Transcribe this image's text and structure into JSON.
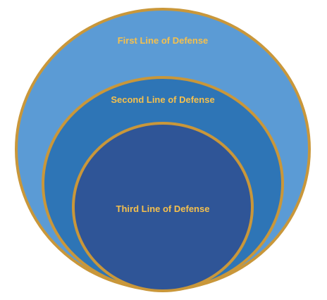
{
  "diagram": {
    "layers": [
      {
        "id": "first",
        "label": "First Line of Defense",
        "fill": "#5b9bd5"
      },
      {
        "id": "second",
        "label": "Second Line of Defense",
        "fill": "#2e75b6"
      },
      {
        "id": "third",
        "label": "Third Line of Defense",
        "fill": "#2f5597"
      }
    ],
    "outline_color": "#c9973a",
    "label_color": "#f5c04d"
  }
}
